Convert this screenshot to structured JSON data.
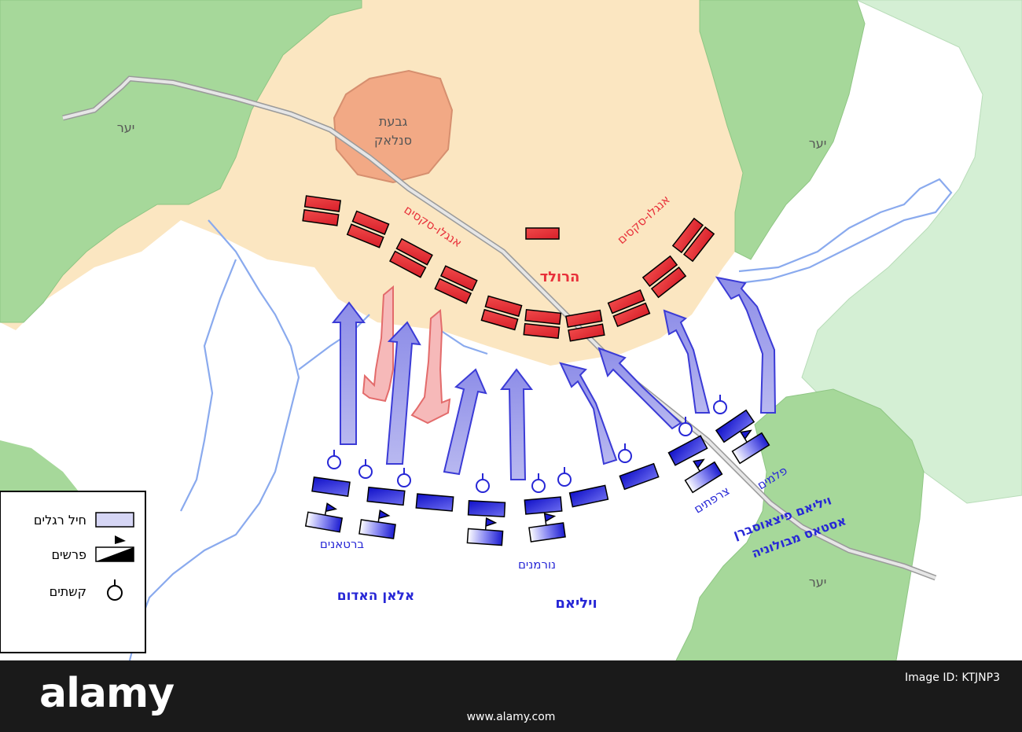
{
  "map": {
    "labels": {
      "hill": [
        "גבעת",
        "סנלאק"
      ],
      "forest_top_left": "יער",
      "forest_top_right": "יער",
      "forest_bottom_right": "יער",
      "harold": "הרולד",
      "anglo_saxons_left": "אנגלו-סקסים",
      "anglo_saxons_right": "אנגלו-סקסים",
      "bretons": "ברטאנים",
      "alan_the_red": "אלאן האדום",
      "normans": "נורמנים",
      "william": "ויליאם",
      "french": "צרפתים",
      "flemish": "פלמים",
      "william_fitzosbern": "ויליאם פיצאוסברן",
      "eustace_of_boulogne": "אסטאס מבולוניה"
    },
    "legend": {
      "infantry": "חיל רגלים",
      "cavalry": "פרשים",
      "archers": "קשתים"
    },
    "colors": {
      "forest": "#9fd18f",
      "light_forest": "#c9ebc8",
      "hill": "#f1a882",
      "high_ground": "#fbe6c1",
      "saxon_red": "#e8303a",
      "norman_blue": "#2727d6",
      "river": "#7da2ea",
      "road": "#d7d7d7"
    }
  },
  "footer": {
    "logo": "alamy",
    "image_id_label": "Image ID: KTJNP3",
    "url": "www.alamy.com"
  }
}
